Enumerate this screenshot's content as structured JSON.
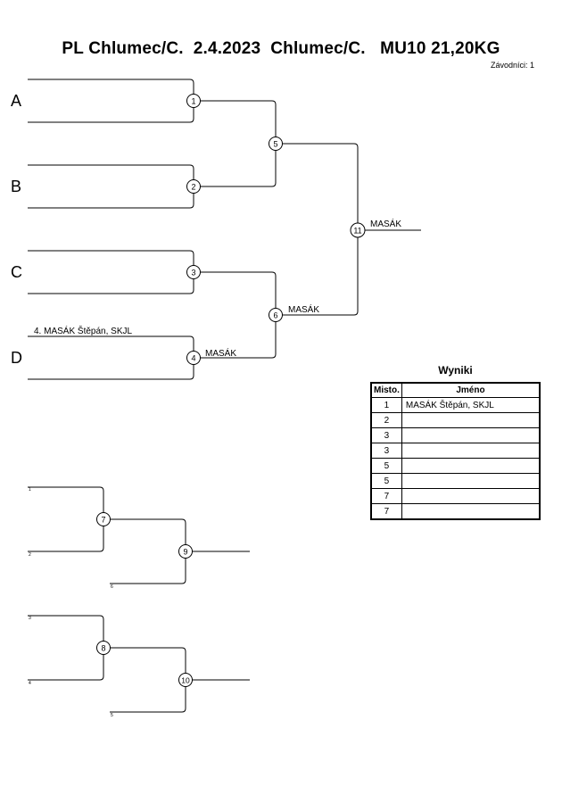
{
  "header": {
    "title": "PL Chlumec/C.  2.4.2023  Chlumec/C.   MU10 21,20KG",
    "competitors_count": "Závodníci: 1"
  },
  "pools": [
    {
      "letter": "A",
      "entry": ""
    },
    {
      "letter": "B",
      "entry": ""
    },
    {
      "letter": "C",
      "entry": ""
    },
    {
      "letter": "D",
      "entry": "4. MASÁK Štěpán, SKJL"
    }
  ],
  "matches": {
    "m1": "1",
    "m2": "2",
    "m3": "3",
    "m4": "4",
    "m5": "5",
    "m6": "6",
    "m7": "7",
    "m8": "8",
    "m9": "9",
    "m10": "10",
    "m11": "11"
  },
  "winners": {
    "m4": "MASÁK",
    "m6": "MASÁK",
    "m11": "MASÁK"
  },
  "repechage": {
    "seeds": [
      "1",
      "2",
      "6",
      "3",
      "4",
      "5"
    ]
  },
  "results": {
    "title": "Wyniki",
    "headers": {
      "place": "Misto.",
      "name": "Jméno"
    },
    "rows": [
      {
        "place": "1",
        "name": "MASÁK Štěpán, SKJL"
      },
      {
        "place": "2",
        "name": ""
      },
      {
        "place": "3",
        "name": ""
      },
      {
        "place": "3",
        "name": ""
      },
      {
        "place": "5",
        "name": ""
      },
      {
        "place": "5",
        "name": ""
      },
      {
        "place": "7",
        "name": ""
      },
      {
        "place": "7",
        "name": ""
      }
    ]
  }
}
